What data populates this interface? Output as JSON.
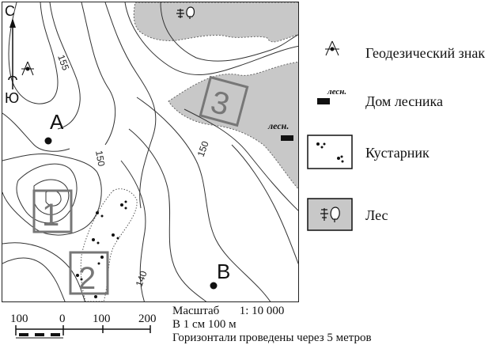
{
  "map": {
    "compass": {
      "north": "С",
      "south": "Ю"
    },
    "contours": [
      "155",
      "150",
      "150",
      "140"
    ],
    "points": [
      "A",
      "B"
    ],
    "areas": [
      "1",
      "2",
      "3"
    ],
    "forester_house_label": "лесн."
  },
  "legend": {
    "items": [
      {
        "label": "Геодезический знак",
        "icon": "geodetic-sign-icon"
      },
      {
        "label": "Дом лесника",
        "icon": "forester-house-icon",
        "abbr": "лесн."
      },
      {
        "label": "Кустарник",
        "icon": "shrub-icon"
      },
      {
        "label": "Лес",
        "icon": "forest-icon"
      }
    ]
  },
  "scale": {
    "label": "Масштаб",
    "value": "1: 10 000",
    "line2": "В 1 см 100 м",
    "line3": "Горизонтали проведены через 5 метров",
    "bar_numbers": [
      "100",
      "0",
      "100",
      "200"
    ]
  },
  "colors": {
    "forest": "#c8c8c8",
    "area_frame": "#777777",
    "contour": "#333333"
  }
}
